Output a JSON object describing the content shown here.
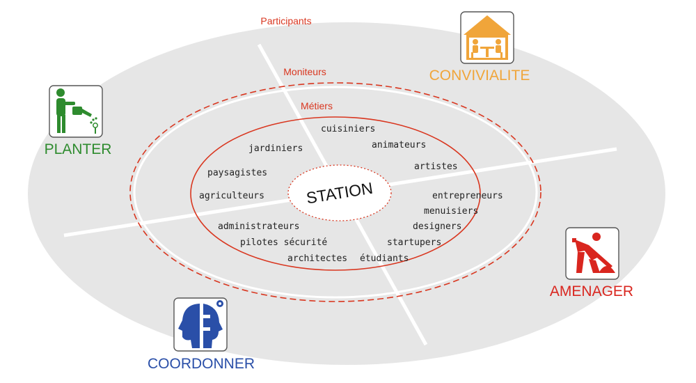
{
  "rings": {
    "outer": "Participants",
    "middle": "Moniteurs",
    "inner": "Métiers"
  },
  "center": "STATION",
  "metiers": [
    "cuisiniers",
    "jardiniers",
    "animateurs",
    "paysagistes",
    "artistes",
    "agriculteurs",
    "entrepreneurs",
    "menuisiers",
    "administrateurs",
    "designers",
    "pilotes sécurité",
    "startupers",
    "architectes",
    "étudiants"
  ],
  "corners": {
    "planter": {
      "label": "PLANTER",
      "icon": "gardener-watering-icon",
      "color": "#2e8b2e"
    },
    "convivialite": {
      "label": "CONVIVIALITE",
      "icon": "people-at-table-house-icon",
      "color": "#f0a53a"
    },
    "amenager": {
      "label": "AMENAGER",
      "icon": "worker-shoveling-icon",
      "color": "#d9261f"
    },
    "coordonner": {
      "label": "COORDONNER",
      "icon": "head-gear-icon",
      "color": "#2a4fa8"
    }
  },
  "colors": {
    "ellipse": "#e6e6e6",
    "ring": "#d9361f",
    "axis": "#ffffff"
  }
}
